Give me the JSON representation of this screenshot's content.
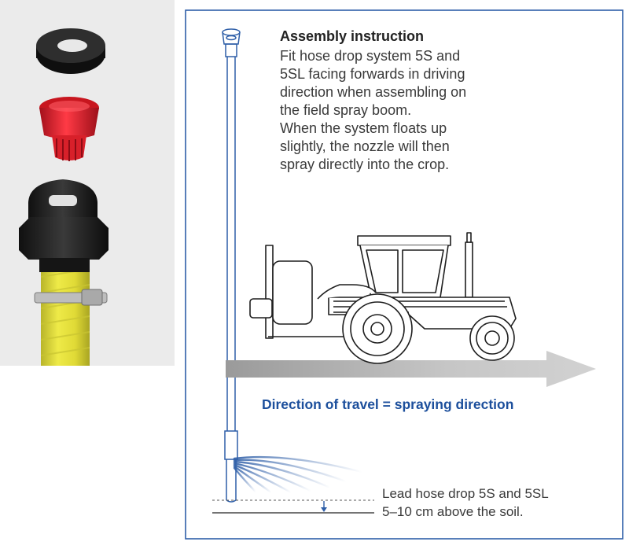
{
  "instruction": {
    "heading": "Assembly instruction",
    "lines": [
      "Fit hose drop system 5S and",
      "5SL facing forwards in driving",
      "direction when assembling on",
      "the field spray boom.",
      "When the system floats up",
      "slightly, the nozzle will then",
      "spray directly into the crop."
    ]
  },
  "travel_label": "Direction of travel = spraying direction",
  "footnote": {
    "lines": [
      "Lead hose drop 5S and 5SL",
      "5–10 cm above the soil."
    ]
  },
  "colors": {
    "panel_background": "#ebebeb",
    "frame_border": "#2f5fa8",
    "accent_blue": "#1c4f9c",
    "arrow_grey": "#c4c4c4",
    "hose_yellow": "#e7e23a",
    "nozzle_red": "#d91d2a"
  }
}
